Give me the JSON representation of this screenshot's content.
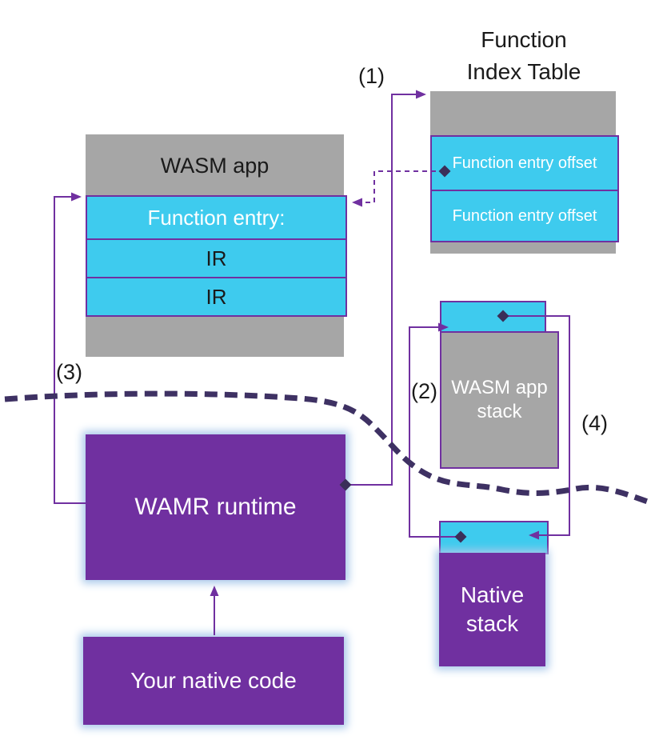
{
  "colors": {
    "gray": "#A6A6A6",
    "cyan": "#3ECBEE",
    "purple": "#7030A0",
    "connector": "#7030A0",
    "diamond": "#3B2E58",
    "divider": "#3E3163",
    "glow": "#A8C8EA"
  },
  "function_index_table": {
    "title": "Function Index Table",
    "rows": [
      "Function entry offset",
      "Function entry offset"
    ]
  },
  "wasm_app": {
    "title": "WASM app",
    "function_entry_label": "Function entry:",
    "ir_rows": [
      "IR",
      "IR"
    ]
  },
  "wasm_app_stack": {
    "label": "WASM app stack"
  },
  "native_stack": {
    "label": "Native stack"
  },
  "wamr_runtime": {
    "label": "WAMR runtime"
  },
  "native_code": {
    "label": "Your native code"
  },
  "steps": {
    "s1": "(1)",
    "s2": "(2)",
    "s3": "(3)",
    "s4": "(4)"
  }
}
